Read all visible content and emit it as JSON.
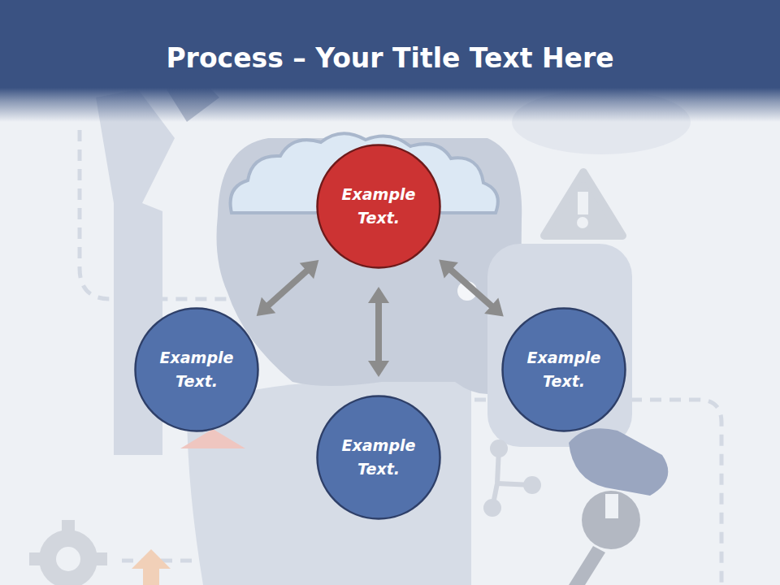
{
  "diagram": {
    "title": "Process – Your Title Text Here",
    "nodes": [
      {
        "text": [
          "Example Text."
        ]
      },
      {
        "text": [
          "Example Text."
        ]
      },
      {
        "text": [
          "Example Text."
        ]
      },
      {
        "text": [
          "Example Text."
        ]
      }
    ],
    "edges": [
      {
        "from": 0,
        "to": 1,
        "arrow": "both"
      },
      {
        "from": 0,
        "to": 2,
        "arrow": "both"
      },
      {
        "from": 0,
        "to": 3,
        "arrow": "both"
      }
    ]
  }
}
